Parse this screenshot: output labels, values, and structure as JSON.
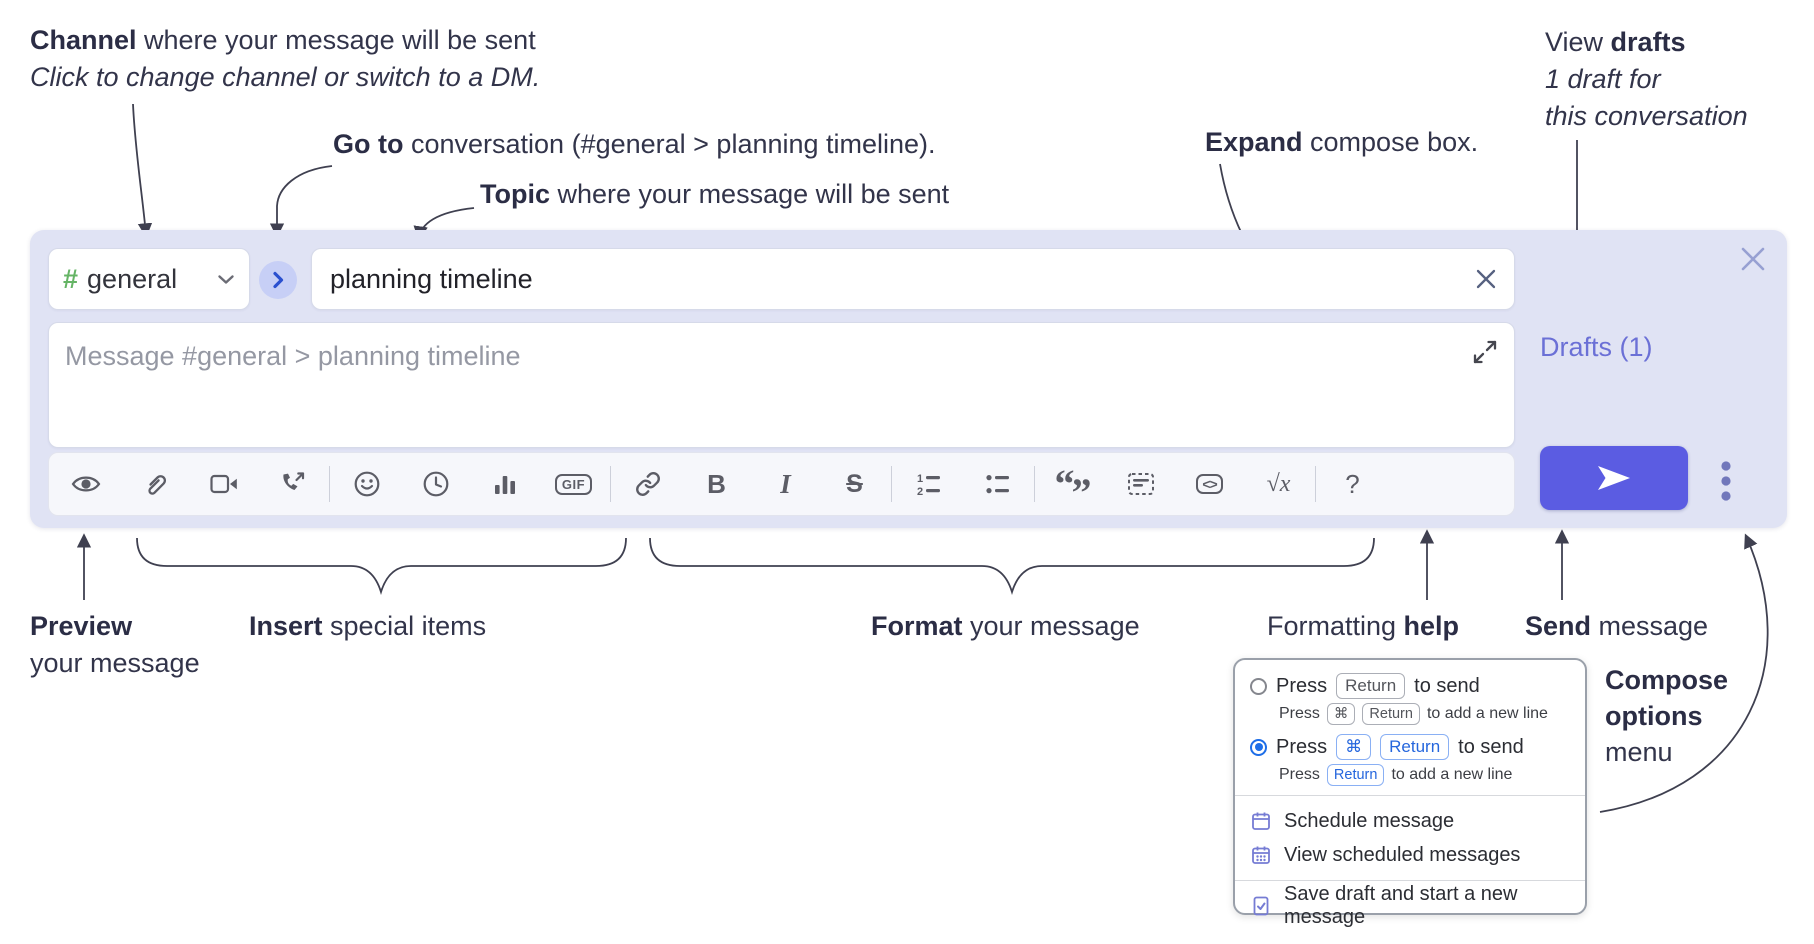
{
  "annotations": {
    "channel": {
      "bold": "Channel",
      "rest": " where your message will be sent",
      "line2": "Click to change channel or switch to a DM."
    },
    "goto": {
      "bold": "Go to",
      "rest": " conversation (#general > planning timeline)."
    },
    "topic": {
      "bold": "Topic",
      "rest": " where your message will be sent"
    },
    "expand": {
      "bold": "Expand",
      "rest": " compose box."
    },
    "drafts": {
      "line1_pre": "View ",
      "line1_bold": "drafts",
      "line2": "1 draft for",
      "line3": "this conversation"
    },
    "preview": {
      "bold": "Preview",
      "line2": "your message"
    },
    "insert": {
      "bold": "Insert",
      "rest": " special items"
    },
    "format": {
      "bold": "Format",
      "rest": " your message"
    },
    "help": {
      "pre": "Formatting ",
      "bold": "help"
    },
    "send": {
      "bold": "Send",
      "rest": " message"
    },
    "compose_options": {
      "line1": "Compose",
      "line2": "options",
      "line3": "menu"
    }
  },
  "composer": {
    "channel_hash": "#",
    "channel_name": "general",
    "topic_value": "planning timeline",
    "message_placeholder": "Message #general > planning timeline",
    "drafts_link": "Drafts (1)",
    "gif_label": "GIF",
    "bold_label": "B",
    "italic_label": "I",
    "strike_label": "S",
    "quote_open": "“",
    "quote_close": "”",
    "code_label": "<>",
    "math_label": "√x",
    "help_label": "?"
  },
  "popup": {
    "options": [
      {
        "selected": false,
        "main": {
          "pre": "Press",
          "key1": "Return",
          "post": "to send"
        },
        "sub": {
          "pre": "Press",
          "key1": "⌘",
          "key2": "Return",
          "post": "to add a new line"
        }
      },
      {
        "selected": true,
        "main": {
          "pre": "Press",
          "key1": "⌘",
          "key2": "Return",
          "post": "to send"
        },
        "sub": {
          "pre": "Press",
          "key1": "Return",
          "post": "to add a new line"
        }
      }
    ],
    "items": {
      "schedule": "Schedule message",
      "view_scheduled": "View scheduled messages",
      "save_draft": "Save draft and start a new message"
    }
  },
  "icons": {
    "preview": "eye",
    "attach": "paperclip",
    "video_call": "video-camera",
    "voice_call": "phone-outgoing",
    "emoji": "smiley-face",
    "global_time": "clock",
    "poll": "bar-chart",
    "link": "chain-link",
    "numbered_list": "ordered-list",
    "bulleted_list": "unordered-list",
    "spoiler": "dashed-box",
    "send": "paper-plane",
    "options": "vertical-ellipsis",
    "expand": "diagonal-arrows",
    "close": "x-cross",
    "go": "chevron-right",
    "schedule": "calendar",
    "view_scheduled": "calendar-dots",
    "save_draft": "document-check"
  },
  "colors": {
    "panel_bg": "#e0e3f4",
    "send_button": "#5b5ce2",
    "channel_hash_green": "#65b465",
    "go_circle_bg": "#c7cff6",
    "go_chevron_blue": "#2b50cf",
    "drafts_link": "#6b70d6",
    "toolbar_icon": "#5c5d66",
    "radio_selected_blue": "#1e6ee8",
    "popup_icon_purple": "#767cd4",
    "annotation_text": "#32344a"
  }
}
